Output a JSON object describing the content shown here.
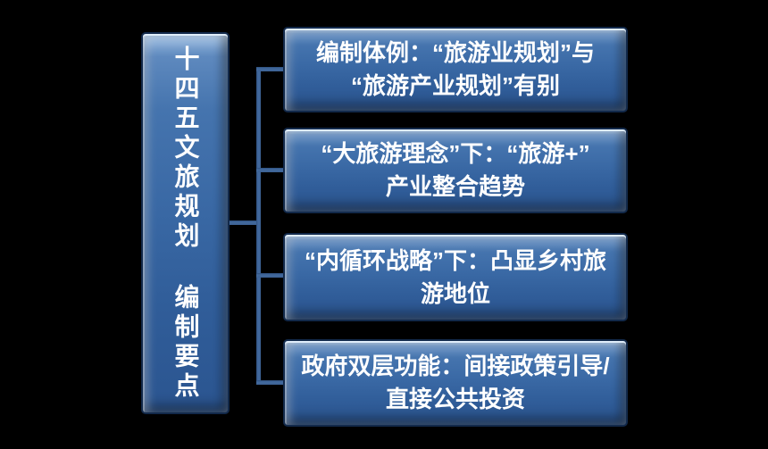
{
  "diagram": {
    "type": "hierarchy-left-root",
    "root": {
      "label": "十四五文旅规划 编制要点"
    },
    "branches": [
      {
        "line1": "编制体例：“旅游业规划”与",
        "line2": "“旅游产业规划”有别",
        "full_text": "编制体例：“旅游业规划”与“旅游产业规划”有别"
      },
      {
        "line1": "“大旅游理念”下：“旅游+”",
        "line2": "产业整合趋势",
        "full_text": "“大旅游理念”下：“旅游+”产业整合趋势"
      },
      {
        "line1": "“内循环战略”下：凸显乡村旅",
        "line2": "游地位",
        "full_text": "“内循环战略”下：凸显乡村旅游地位"
      },
      {
        "line1": "政府双层功能：间接政策引导/",
        "line2": "直接公共投资",
        "full_text": "政府双层功能：间接政策引导/直接公共投资"
      }
    ],
    "colors": {
      "background": "#000000",
      "node_fill_top": "#5E89BE",
      "node_fill_bottom": "#2B5590",
      "node_border": "#12294A",
      "node_highlight": "#BFDCF5",
      "connector": "#3D6294",
      "text": "#FFFFFF"
    }
  }
}
